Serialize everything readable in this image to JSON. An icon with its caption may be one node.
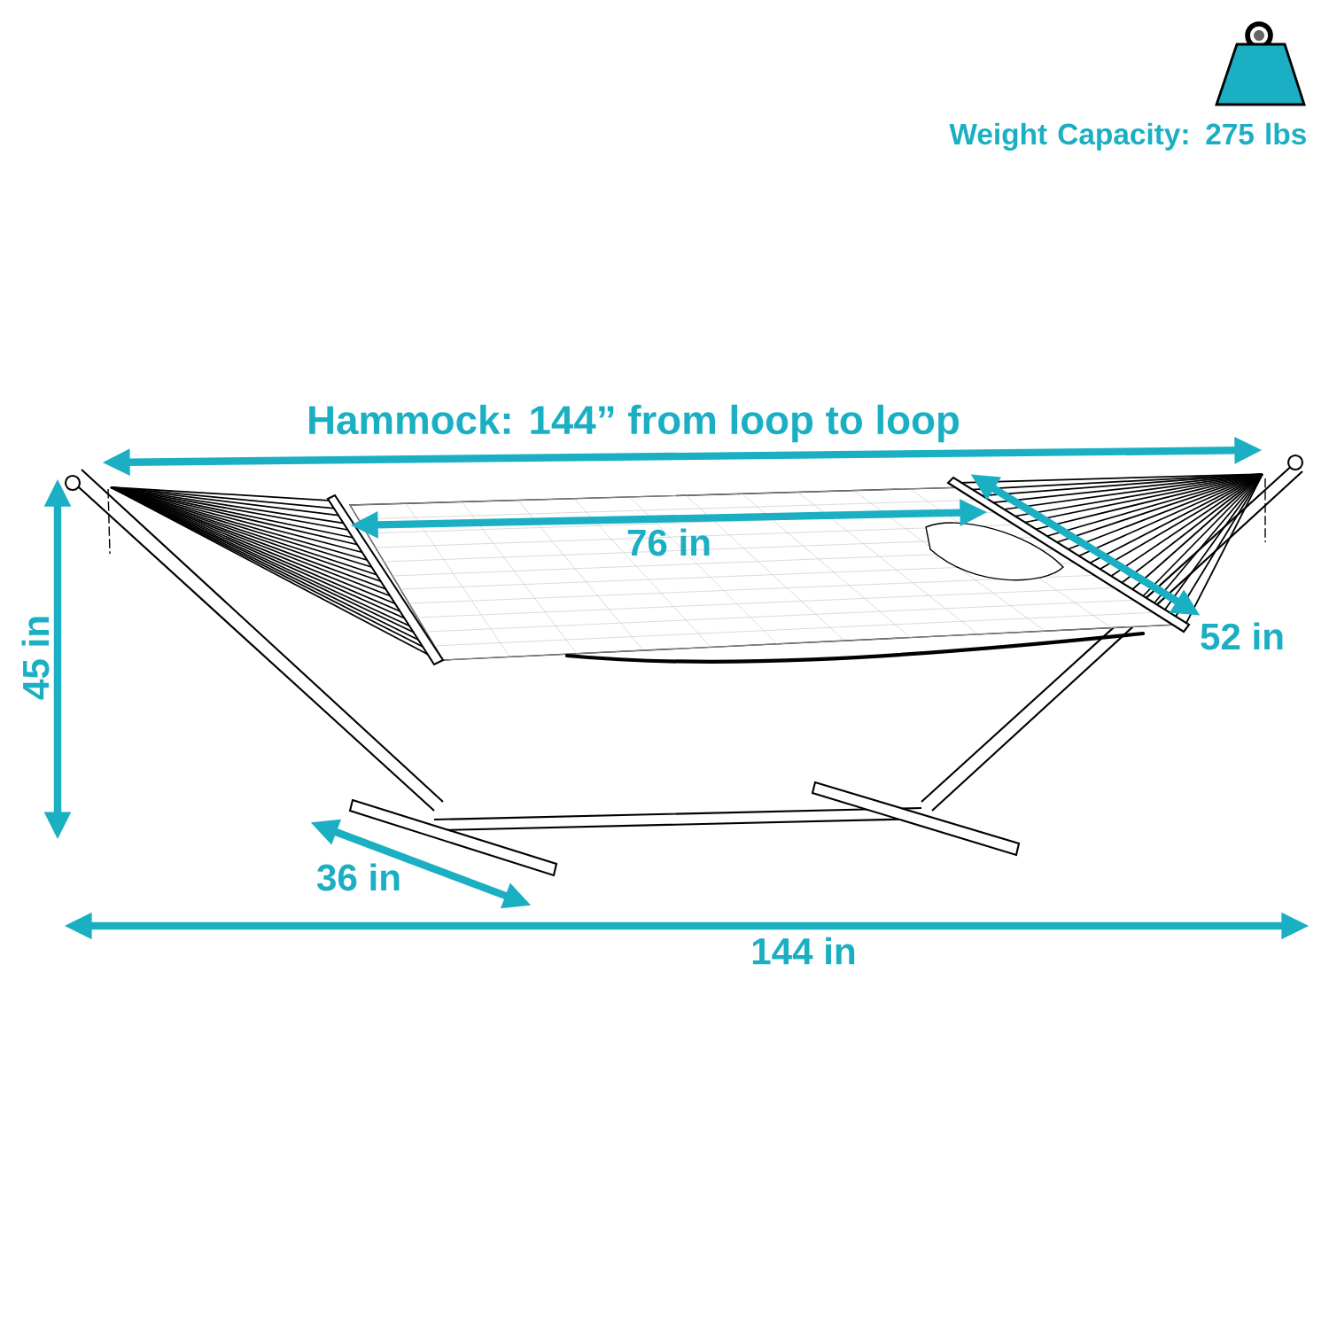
{
  "diagram": {
    "labels": [
      "Weight Capacity: 275 lbs",
      "Hammock: 144” from loop to loop",
      "76 in",
      "52 in",
      "45 in",
      "36 in",
      "144 in"
    ]
  }
}
